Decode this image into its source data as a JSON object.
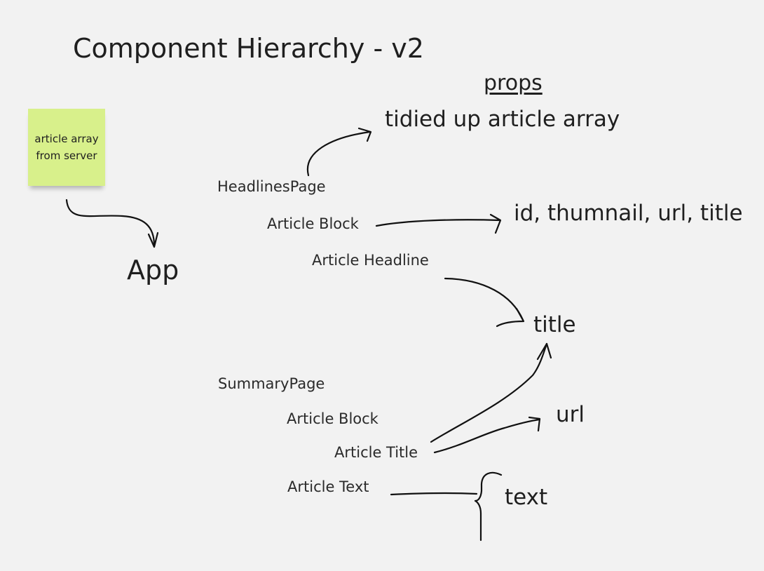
{
  "board": {
    "title": "Component Hierarchy - v2",
    "props_label": "props"
  },
  "sticky_note": {
    "text": "article array from server",
    "color": "#d8f08b"
  },
  "components": {
    "app": "App",
    "headlines_page": "HeadlinesPage",
    "headlines_article_block": "Article Block",
    "article_headline": "Article Headline",
    "summary_page": "SummaryPage",
    "summary_article_block": "Article Block",
    "article_title": "Article Title",
    "article_text": "Article Text"
  },
  "props": {
    "tidied_array": "tidied up article array",
    "block_props": "id, thumnail, url, title",
    "title": "title",
    "url": "url",
    "text": "text"
  }
}
